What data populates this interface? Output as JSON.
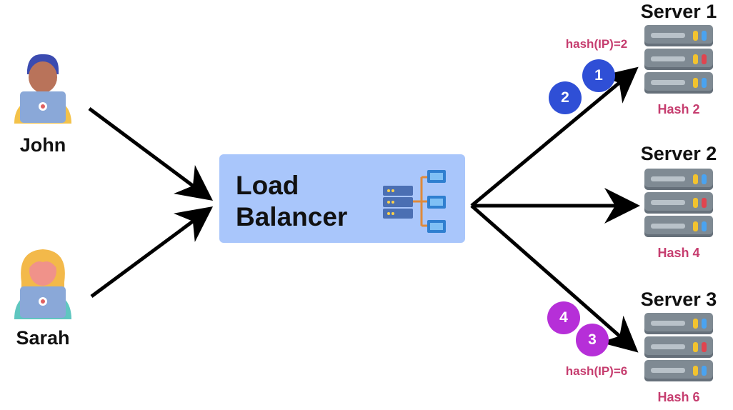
{
  "users": {
    "john": {
      "label": "John"
    },
    "sarah": {
      "label": "Sarah"
    }
  },
  "load_balancer": {
    "line1": "Load",
    "line2": "Balancer"
  },
  "servers": [
    {
      "title": "Server 1",
      "hash": "Hash 2",
      "hash_ip": "hash(IP)=2"
    },
    {
      "title": "Server 2",
      "hash": "Hash 4"
    },
    {
      "title": "Server 3",
      "hash": "Hash 6",
      "hash_ip": "hash(IP)=6"
    }
  ],
  "badges": {
    "b1": "1",
    "b2": "2",
    "b3": "3",
    "b4": "4"
  },
  "colors": {
    "lb_box": "#a9c6fb",
    "hash_text": "#c63d6f",
    "badge_blue": "#2f4fd6",
    "badge_purple": "#b62fd8"
  }
}
